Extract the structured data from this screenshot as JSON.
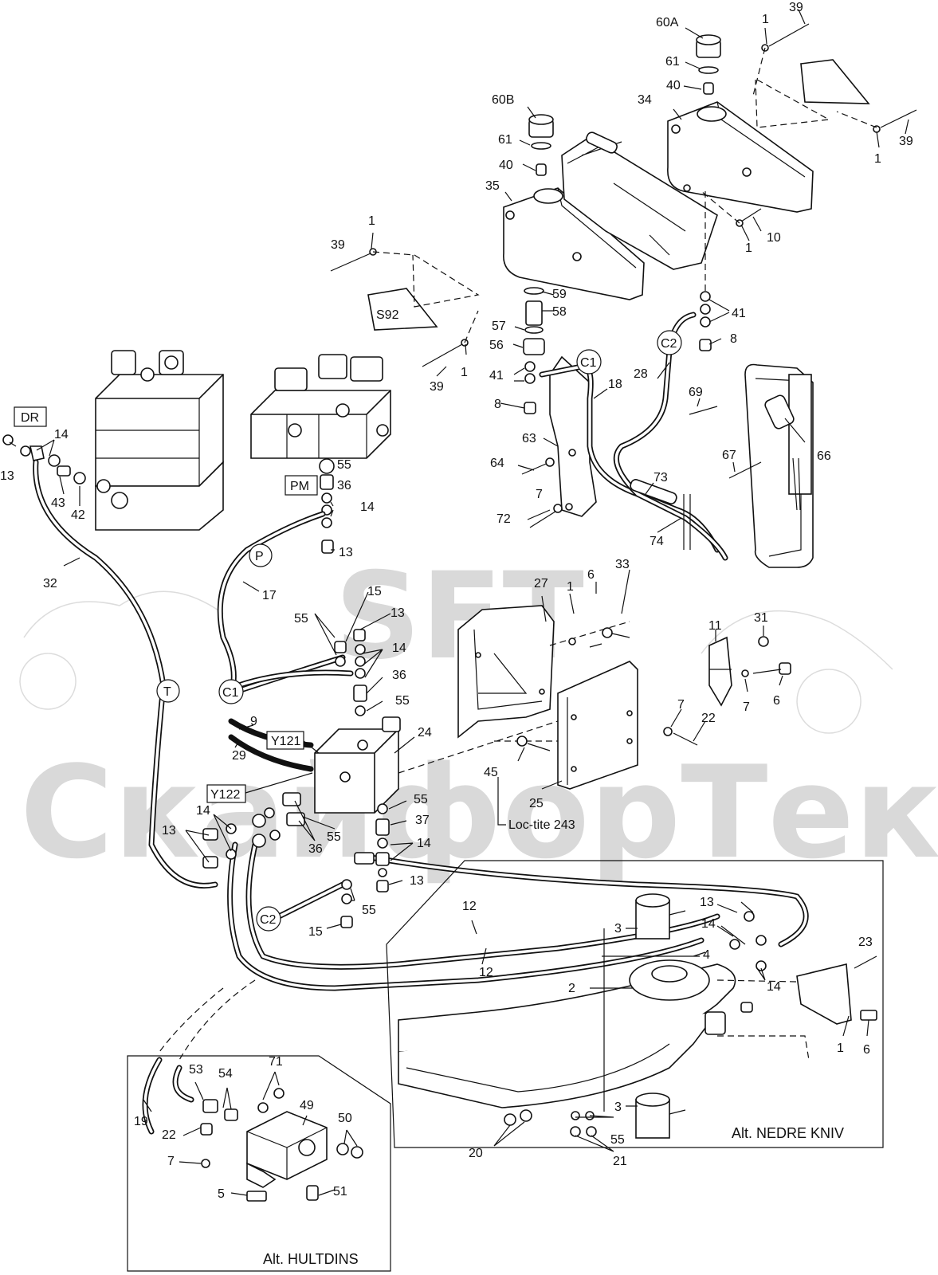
{
  "watermark": {
    "top": "SFT",
    "bottom": "СкайфорТек"
  },
  "boxed_labels": [
    "DR",
    "PM",
    "Y121",
    "Y122"
  ],
  "circle_labels": [
    "P",
    "T",
    "C1",
    "C2",
    "C1",
    "C2"
  ],
  "note": "Loc-tite 243",
  "frame_titles": {
    "lower_knife": "Alt. NEDRE KNIV",
    "hultdins": "Alt. HULTDINS"
  },
  "callouts": {
    "c_39a": "39",
    "c_1a": "1",
    "c_60A": "60A",
    "c_61a": "61",
    "c_40a": "40",
    "c_34": "34",
    "c_39b": "39",
    "c_1b": "1",
    "c_60B": "60B",
    "c_61b": "61",
    "c_40b": "40",
    "c_35": "35",
    "c_1c": "1",
    "c_39c": "39",
    "c_10": "10",
    "c_1d": "1",
    "c_59": "59",
    "c_58": "58",
    "c_57": "57",
    "c_56": "56",
    "c_41a": "41",
    "c_8a": "8",
    "c_41b": "41",
    "c_8b": "8",
    "c_39d": "39",
    "c_1e": "1",
    "c_28": "28",
    "c_18": "18",
    "c_63": "63",
    "c_64": "64",
    "c_7a": "7",
    "c_72": "72",
    "c_73": "73",
    "c_74": "74",
    "c_69": "69",
    "c_66": "66",
    "c_67": "67",
    "c_14a": "14",
    "c_13a": "13",
    "c_43": "43",
    "c_42": "42",
    "c_32": "32",
    "c_55a": "55",
    "c_36a": "36",
    "c_14b": "14",
    "c_13b": "13",
    "c_17": "17",
    "c_15a": "15",
    "c_13c": "13",
    "c_55b": "55",
    "c_14c": "14",
    "c_36b": "36",
    "c_55c": "55",
    "c_27": "27",
    "c_1f": "1",
    "c_6a": "6",
    "c_33": "33",
    "c_11": "11",
    "c_31": "31",
    "c_7b": "7",
    "c_6b": "6",
    "c_7c": "7",
    "c_22a": "22",
    "c_9": "9",
    "c_29": "29",
    "c_24": "24",
    "c_45": "45",
    "c_25": "25",
    "c_55d": "55",
    "c_37": "37",
    "c_14d": "14",
    "c_13d": "13",
    "c_14e": "14",
    "c_13e": "13",
    "c_55e": "55",
    "c_36c": "36",
    "c_55f": "55",
    "c_15b": "15",
    "c_12a": "12",
    "c_12b": "12",
    "c_13f": "13",
    "c_14f": "14",
    "c_3a": "3",
    "c_4": "4",
    "c_14g": "14",
    "c_2": "2",
    "c_23": "23",
    "c_1g": "1",
    "c_6c": "6",
    "c_3b": "3",
    "c_55g": "55",
    "c_20": "20",
    "c_21": "21",
    "c_19": "19",
    "c_53": "53",
    "c_54": "54",
    "c_71": "71",
    "c_49": "49",
    "c_22b": "22",
    "c_7d": "7",
    "c_50": "50",
    "c_5": "5",
    "c_51": "51"
  },
  "colors": {
    "ink": "#111111",
    "watermark": "#d9d9d9",
    "paper": "#ffffff"
  }
}
